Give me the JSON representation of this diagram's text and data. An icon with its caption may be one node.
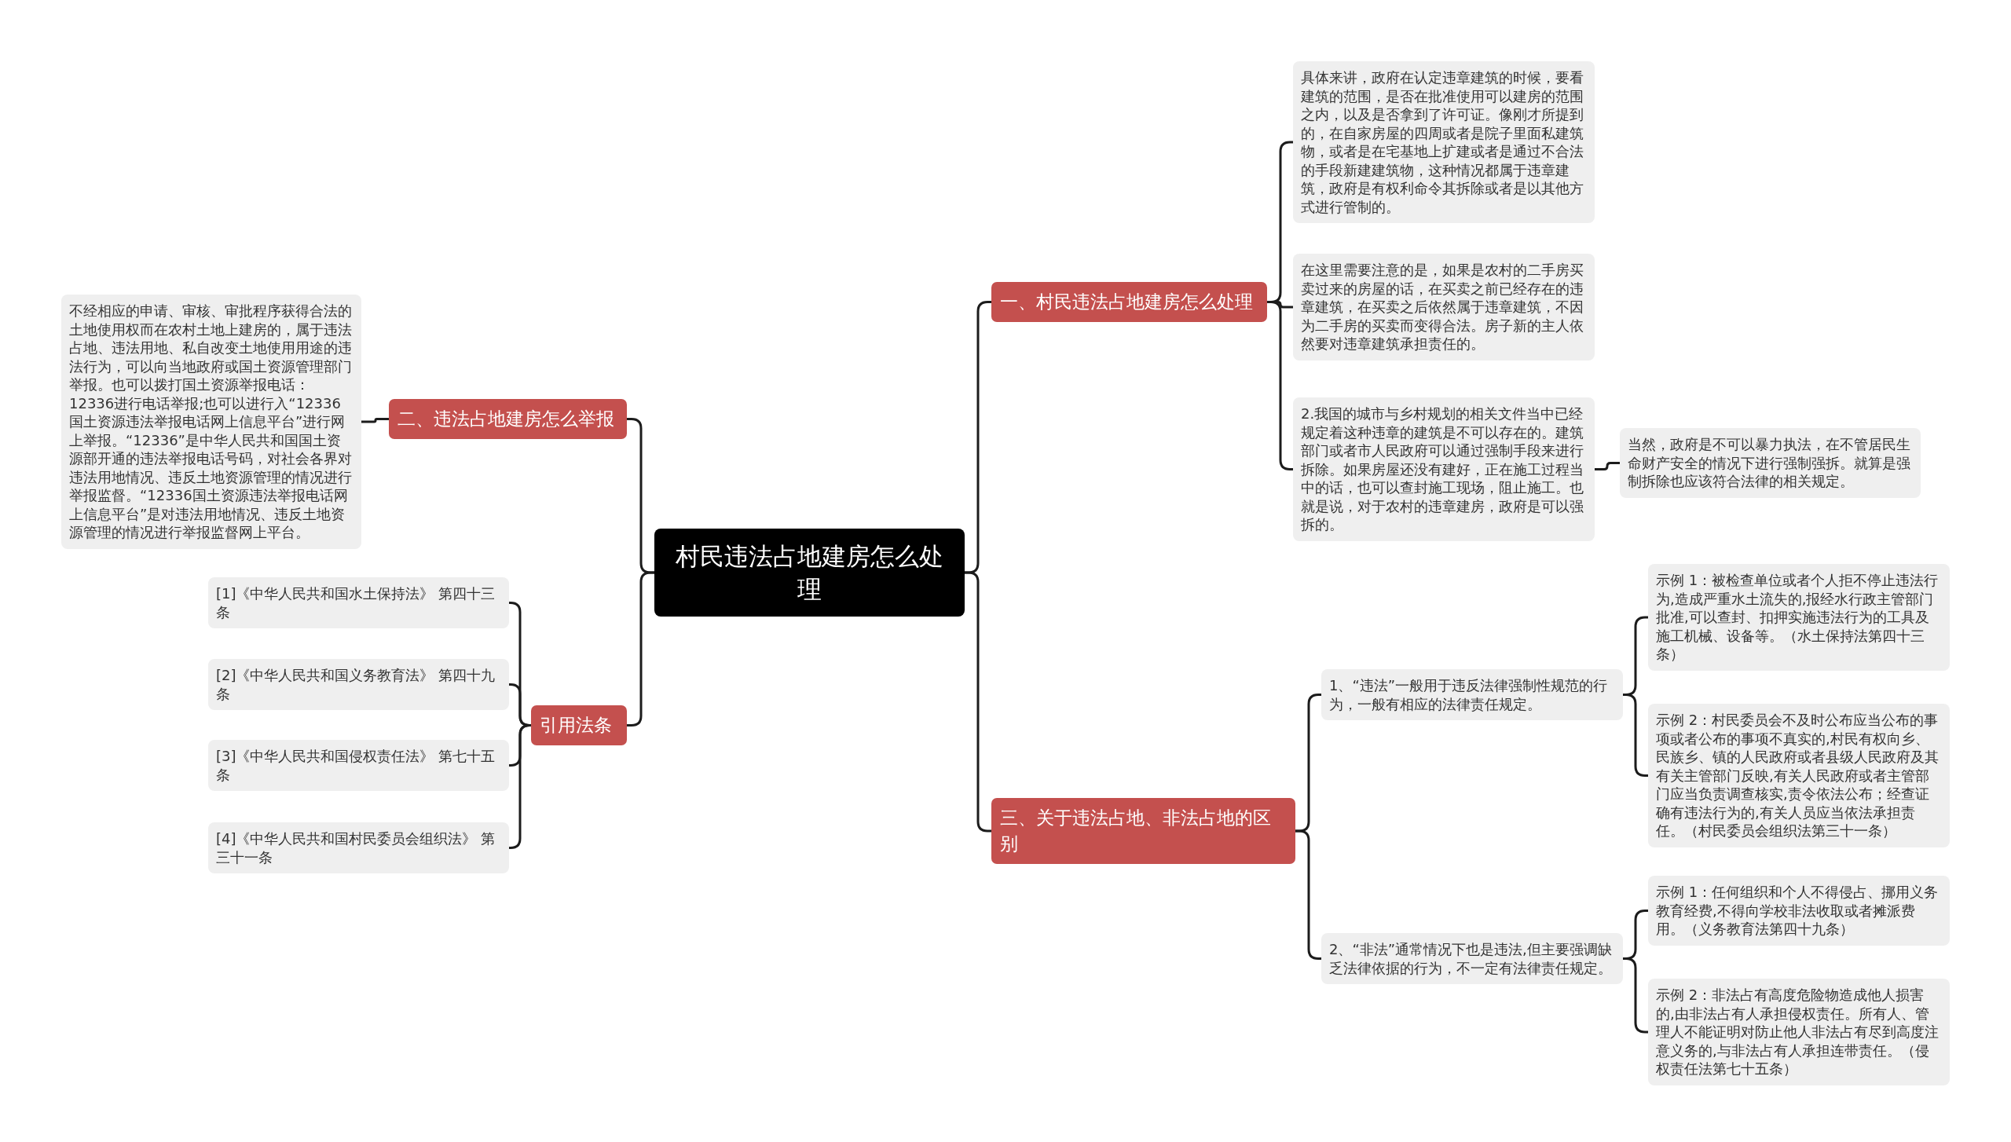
{
  "diagram": {
    "nodes": [
      {
        "text": [
          "村民违法占地建房怎么处理"
        ]
      },
      {
        "text": [
          "一、村民违法占地建房怎么处理"
        ]
      },
      {
        "text": [
          "具体来讲，政府在认定违章建筑的时候，要看建筑的范围，是否在批准使用可以建房的范围之内，以及是否拿到了许可证。像刚才所提到的，在自家房屋的四周或者是院子里面私建筑物，或者是在宅基地上扩建或者是通过不合法的手段新建建筑物，这种情况都属于违章建筑，政府是有权利命令其拆除或者是以其他方式进行管制的。"
        ]
      },
      {
        "text": [
          "在这里需要注意的是，如果是农村的二手房买卖过来的房屋的话，在买卖之前已经存在的违章建筑，在买卖之后依然属于违章建筑，不因为二手房的买卖而变得合法。房子新的主人依然要对违章建筑承担责任的。"
        ]
      },
      {
        "text": [
          "2.我国的城市与乡村规划的相关文件当中已经规定着这种违章的建筑是不可以存在的。建筑部门或者市人民政府可以通过强制手段来进行拆除。如果房屋还没有建好，正在施工过程当中的话，也可以查封施工现场，阻止施工。也就是说，对于农村的违章建房，政府是可以强拆的。"
        ]
      },
      {
        "text": [
          "当然，政府是不可以暴力执法，在不管居民生命财产安全的情况下进行强制强拆。就算是强制拆除也应该符合法律的相关规定。"
        ]
      },
      {
        "text": [
          "二、违法占地建房怎么举报"
        ]
      },
      {
        "text": [
          "不经相应的申请、审核、审批程序获得合法的土地使用权而在农村土地上建房的，属于违法占地、违法用地、私自改变土地使用用途的违法行为，可以向当地政府或国土资源管理部门举报。也可以拨打国土资源举报电话：12336进行电话举报;也可以进行入“12336国土资源违法举报电话网上信息平台”进行网上举报。“12336”是中华人民共和国国土资源部开通的违法举报电话号码，对社会各界对违法用地情况、违反土地资源管理的情况进行举报监督。“12336国土资源违法举报电话网上信息平台”是对违法用地情况、违反土地资源管理的情况进行举报监督网上平台。"
        ]
      },
      {
        "text": [
          "引用法条"
        ]
      },
      {
        "text": [
          "[1]《中华人民共和国水土保持法》 第四十三条"
        ]
      },
      {
        "text": [
          "[2]《中华人民共和国义务教育法》 第四十九条"
        ]
      },
      {
        "text": [
          "[3]《中华人民共和国侵权责任法》 第七十五条"
        ]
      },
      {
        "text": [
          "[4]《中华人民共和国村民委员会组织法》 第三十一条"
        ]
      },
      {
        "text": [
          "三、关于违法占地、非法占地的区别"
        ]
      },
      {
        "text": [
          "1、“违法”一般用于违反法律强制性规范的行为，一般有相应的法律责任规定。"
        ]
      },
      {
        "text": [
          "示例 1：被检查单位或者个人拒不停止违法行为,造成严重水土流失的,报经水行政主管部门批准,可以查封、扣押实施违法行为的工具及施工机械、设备等。（水土保持法第四十三条）"
        ]
      },
      {
        "text": [
          "示例 2：村民委员会不及时公布应当公布的事项或者公布的事项不真实的,村民有权向乡、民族乡、镇的人民政府或者县级人民政府及其有关主管部门反映,有关人民政府或者主管部门应当负责调查核实,责令依法公布；经查证确有违法行为的,有关人员应当依法承担责任。（村民委员会组织法第三十一条）"
        ]
      },
      {
        "text": [
          "2、“非法”通常情况下也是违法,但主要强调缺乏法律依据的行为，不一定有法律责任规定。"
        ]
      },
      {
        "text": [
          "示例 1：任何组织和个人不得侵占、挪用义务教育经费,不得向学校非法收取或者摊派费用。（义务教育法第四十九条）"
        ]
      },
      {
        "text": [
          "示例 2：非法占有高度危险物造成他人损害的,由非法占有人承担侵权责任。所有人、管理人不能证明对防止他人非法占有尽到高度注意义务的,与非法占有人承担连带责任。（侵权责任法第七十五条）"
        ]
      }
    ],
    "edges": [
      {
        "from": 0,
        "to": 1,
        "arrow": "none"
      },
      {
        "from": 1,
        "to": 2,
        "arrow": "none"
      },
      {
        "from": 1,
        "to": 3,
        "arrow": "none"
      },
      {
        "from": 1,
        "to": 4,
        "arrow": "none"
      },
      {
        "from": 4,
        "to": 5,
        "arrow": "none"
      },
      {
        "from": 0,
        "to": 6,
        "arrow": "none"
      },
      {
        "from": 6,
        "to": 7,
        "arrow": "none"
      },
      {
        "from": 0,
        "to": 8,
        "arrow": "none"
      },
      {
        "from": 8,
        "to": 9,
        "arrow": "none"
      },
      {
        "from": 8,
        "to": 10,
        "arrow": "none"
      },
      {
        "from": 8,
        "to": 11,
        "arrow": "none"
      },
      {
        "from": 8,
        "to": 12,
        "arrow": "none"
      },
      {
        "from": 0,
        "to": 13,
        "arrow": "none"
      },
      {
        "from": 13,
        "to": 14,
        "arrow": "none"
      },
      {
        "from": 14,
        "to": 15,
        "arrow": "none"
      },
      {
        "from": 14,
        "to": 16,
        "arrow": "none"
      },
      {
        "from": 13,
        "to": 17,
        "arrow": "none"
      },
      {
        "from": 17,
        "to": 18,
        "arrow": "none"
      },
      {
        "from": 17,
        "to": 19,
        "arrow": "none"
      }
    ]
  }
}
